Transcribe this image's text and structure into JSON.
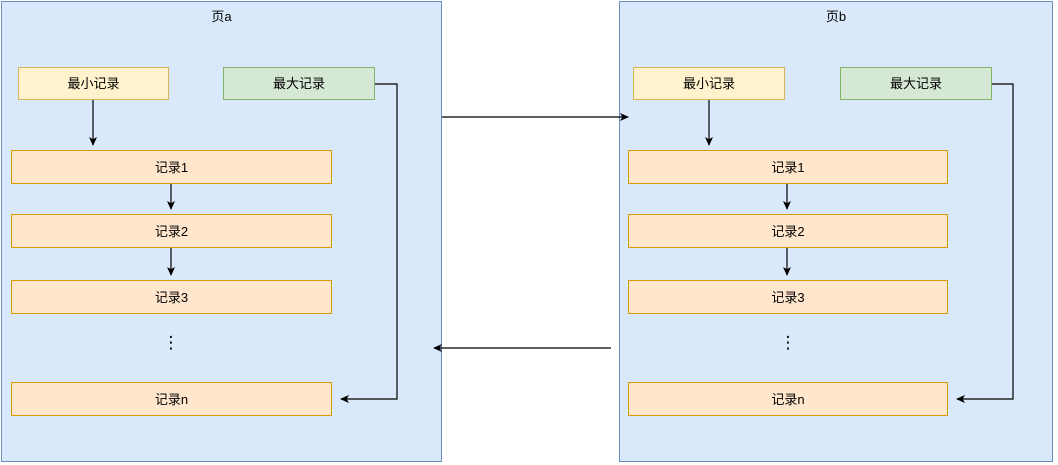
{
  "diagram": {
    "type": "linked-page-record-diagram",
    "background": "#ffffff",
    "colors": {
      "page_fill": "#dae8fc",
      "page_stroke": "#6c8ebf",
      "min_fill": "#fff2cc",
      "min_stroke": "#d6b656",
      "max_fill": "#d5e8d4",
      "max_stroke": "#82b366",
      "record_fill": "#ffe6cc",
      "record_stroke": "#d79b00",
      "edge_stroke": "#000000"
    },
    "pages": [
      {
        "id": "page-a",
        "title": "页a",
        "min_record": "最小记录",
        "max_record": "最大记录",
        "records": [
          "记录1",
          "记录2",
          "记录3"
        ],
        "ellipsis": "⋮",
        "last_record": "记录n"
      },
      {
        "id": "page-b",
        "title": "页b",
        "min_record": "最小记录",
        "max_record": "最大记录",
        "records": [
          "记录1",
          "记录2",
          "记录3"
        ],
        "ellipsis": "⋮",
        "last_record": "记录n"
      }
    ],
    "edges": {
      "page_a_to_b_label": "",
      "page_b_to_a_label": "",
      "min_to_first_label": "",
      "record_chain_label": "",
      "max_to_last_label": ""
    }
  }
}
